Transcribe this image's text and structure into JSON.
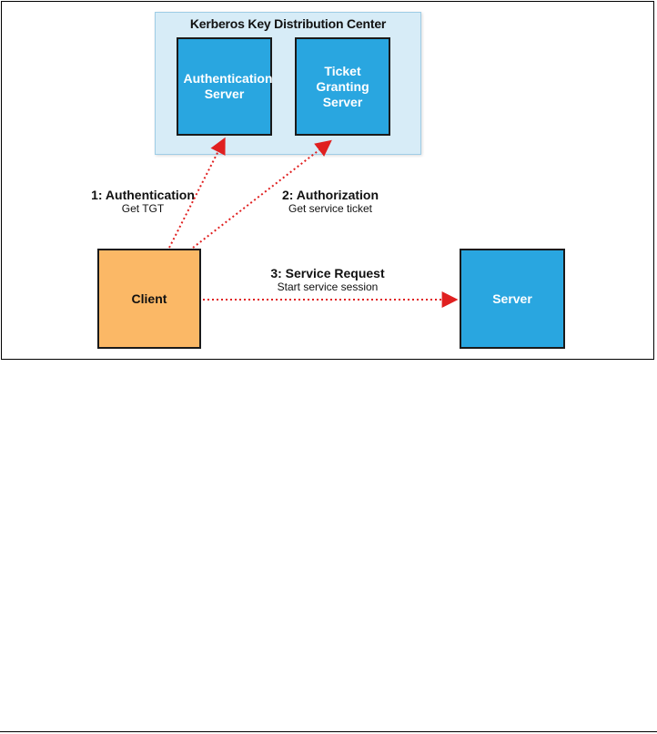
{
  "kdc": {
    "title": "Kerberos Key Distribution Center",
    "authentication_server_label": "Authentication Server",
    "ticket_granting_server_label": "Ticket Granting Server"
  },
  "nodes": {
    "client_label": "Client",
    "server_label": "Server"
  },
  "steps": [
    {
      "title": "1: Authentication",
      "subtitle": "Get TGT"
    },
    {
      "title": "2: Authorization",
      "subtitle": "Get service ticket"
    },
    {
      "title": "3: Service Request",
      "subtitle": "Start service session"
    }
  ],
  "colors": {
    "kdc_background": "#d7ecf7",
    "server_blue": "#29a6e0",
    "client_orange": "#fbb866",
    "arrow_red": "#e02020"
  }
}
